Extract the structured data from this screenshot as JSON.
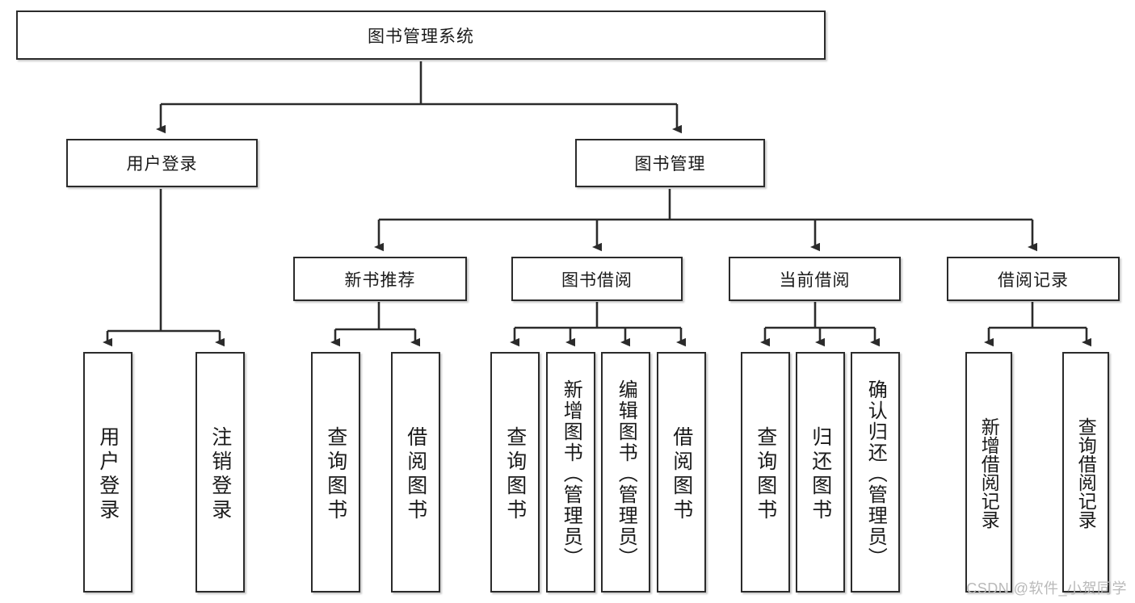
{
  "diagram": {
    "type": "tree",
    "title": "图书管理系统",
    "watermark": "CSDN @软件_小贺同学",
    "accent_color": "#2b2b2b",
    "background_color": "#ffffff",
    "nodes": {
      "root": {
        "label": "图书管理系统"
      },
      "level2": [
        {
          "label": "用户登录"
        },
        {
          "label": "图书管理"
        }
      ],
      "level3": [
        {
          "label": "新书推荐"
        },
        {
          "label": "图书借阅"
        },
        {
          "label": "当前借阅"
        },
        {
          "label": "借阅记录"
        }
      ],
      "leaves_user_login": [
        {
          "label": "用户登录"
        },
        {
          "label": "注销登录"
        }
      ],
      "leaves_new_books": [
        {
          "label": "查询图书"
        },
        {
          "label": "借阅图书"
        }
      ],
      "leaves_borrow": [
        {
          "label": "查询图书"
        },
        {
          "label": "新增图书（管理员）"
        },
        {
          "label": "编辑图书（管理员）"
        },
        {
          "label": "借阅图书"
        }
      ],
      "leaves_current": [
        {
          "label": "查询图书"
        },
        {
          "label": "归还图书"
        },
        {
          "label": "确认归还（管理员）"
        }
      ],
      "leaves_records": [
        {
          "label": "新增借阅记录"
        },
        {
          "label": "查询借阅记录"
        }
      ]
    }
  }
}
